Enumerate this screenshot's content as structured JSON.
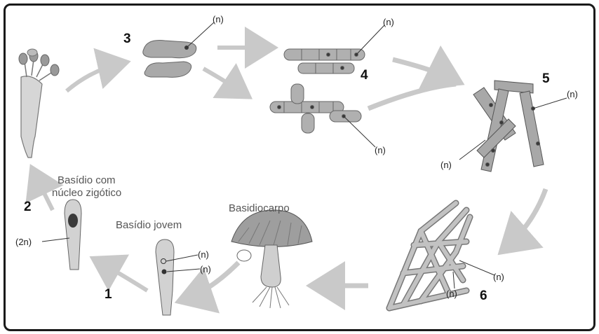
{
  "labels": {
    "step1": "1",
    "step2": "2",
    "step3": "3",
    "step4": "4",
    "step5": "5",
    "step6": "6",
    "basidio_zigotico_l1": "Basídio com",
    "basidio_zigotico_l2": "núcleo zigótico",
    "basidio_jovem": "Basídio jovem",
    "basidiocarpo": "Basidiocarpo",
    "haploid": "(n)",
    "diploid": "(2n)"
  },
  "colors": {
    "frame": "#1a1a1a",
    "structure_fill": "#b9b9b9",
    "structure_dark": "#8a8a8a",
    "arrow": "#c9c9c9",
    "nucleus": "#3a3a3a"
  }
}
